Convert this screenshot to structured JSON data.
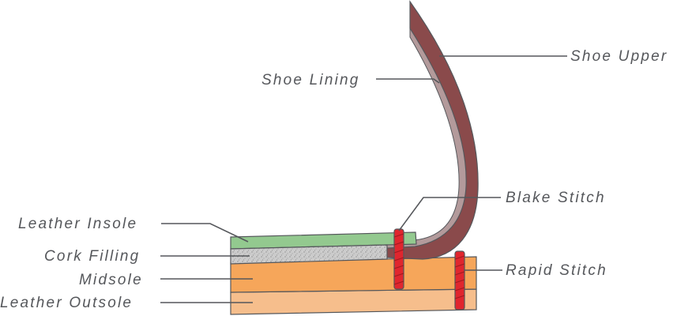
{
  "labels": {
    "shoe_upper": "Shoe Upper",
    "shoe_lining": "Shoe Lining",
    "blake_stitch": "Blake Stitch",
    "leather_insole": "Leather Insole",
    "cork_filling": "Cork Filling",
    "midsole": "Midsole",
    "rapid_stitch": "Rapid Stitch",
    "leather_outsole": "Leather Outsole"
  },
  "colors": {
    "upper": "#8a4a4b",
    "lining": "#b39a9b",
    "insole": "#93c98f",
    "cork": "#c9c9c9",
    "midsole": "#f6a65a",
    "outsole": "#f6be8c",
    "stitch": "#e0262e",
    "stroke": "#55575b"
  }
}
